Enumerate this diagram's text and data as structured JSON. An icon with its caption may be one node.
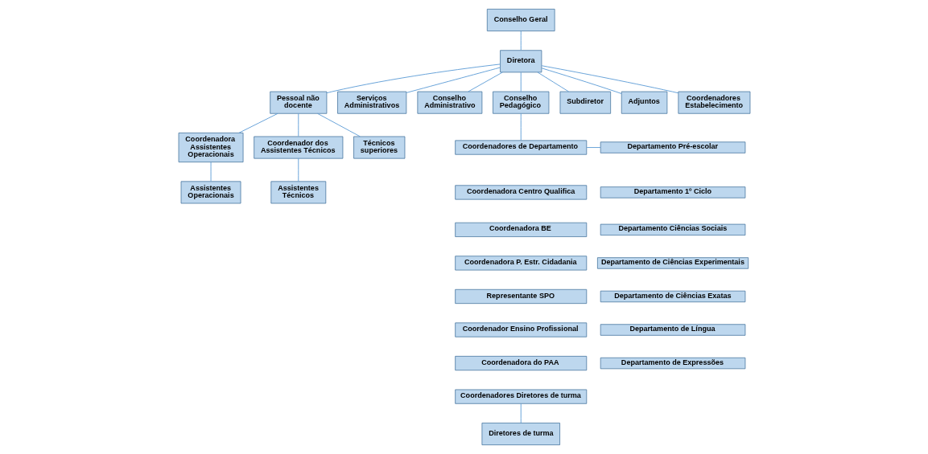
{
  "diagram": {
    "nodes": [
      {
        "text": [
          "Conselho Geral"
        ]
      },
      {
        "text": [
          "Diretora"
        ]
      },
      {
        "text": [
          "Pessoal não docente"
        ]
      },
      {
        "text": [
          "Serviços Administrativos"
        ]
      },
      {
        "text": [
          "Conselho Administrativo"
        ]
      },
      {
        "text": [
          "Conselho Pedagógico"
        ]
      },
      {
        "text": [
          "Subdiretor"
        ]
      },
      {
        "text": [
          "Adjuntos"
        ]
      },
      {
        "text": [
          "Coordenadores Estabelecimento"
        ]
      },
      {
        "text": [
          "Coordenadora Assistentes Operacionais"
        ]
      },
      {
        "text": [
          "Coordenador dos Assistentes Técnicos"
        ]
      },
      {
        "text": [
          "Técnicos superiores"
        ]
      },
      {
        "text": [
          "Coordenadores de Departamento"
        ]
      },
      {
        "text": [
          "Coordenadora Centro Qualifica"
        ]
      },
      {
        "text": [
          "Coordenadora BE"
        ]
      },
      {
        "text": [
          "Coordenadora P. Estr. Cidadania"
        ]
      },
      {
        "text": [
          "Representante SPO"
        ]
      },
      {
        "text": [
          "Coordenador Ensino Profissional"
        ]
      },
      {
        "text": [
          "Coordenadora do PAA"
        ]
      },
      {
        "text": [
          "Coordenadores Diretores de turma"
        ]
      },
      {
        "text": [
          "Departamento Pré-escolar"
        ]
      },
      {
        "text": [
          "Departamento 1º Ciclo"
        ]
      },
      {
        "text": [
          "Departamento Ciências Sociais"
        ]
      },
      {
        "text": [
          "Departamento de Ciências Experimentais"
        ]
      },
      {
        "text": [
          "Departamento de Ciências Exatas"
        ]
      },
      {
        "text": [
          "Departamento de Língua"
        ]
      },
      {
        "text": [
          "Departamento de Expressões"
        ]
      },
      {
        "text": [
          "Assistentes Operacionais"
        ]
      },
      {
        "text": [
          "Assistentes Técnicos"
        ]
      },
      {
        "text": [
          "Diretores de turma"
        ]
      }
    ],
    "edges": [
      {
        "from": 0,
        "to": 1,
        "arrow": "none"
      },
      {
        "from": 1,
        "to": 2,
        "arrow": "none"
      },
      {
        "from": 1,
        "to": 3,
        "arrow": "none"
      },
      {
        "from": 1,
        "to": 4,
        "arrow": "none"
      },
      {
        "from": 1,
        "to": 5,
        "arrow": "none"
      },
      {
        "from": 1,
        "to": 6,
        "arrow": "none"
      },
      {
        "from": 1,
        "to": 7,
        "arrow": "none"
      },
      {
        "from": 1,
        "to": 8,
        "arrow": "none"
      },
      {
        "from": 2,
        "to": 9,
        "arrow": "none"
      },
      {
        "from": 2,
        "to": 10,
        "arrow": "none"
      },
      {
        "from": 2,
        "to": 11,
        "arrow": "none"
      },
      {
        "from": 5,
        "to": 12,
        "arrow": "none"
      },
      {
        "from": 12,
        "to": 20,
        "arrow": "none"
      },
      {
        "from": 9,
        "to": 27,
        "arrow": "none"
      },
      {
        "from": 10,
        "to": 28,
        "arrow": "none"
      },
      {
        "from": 19,
        "to": 29,
        "arrow": "none"
      }
    ]
  }
}
